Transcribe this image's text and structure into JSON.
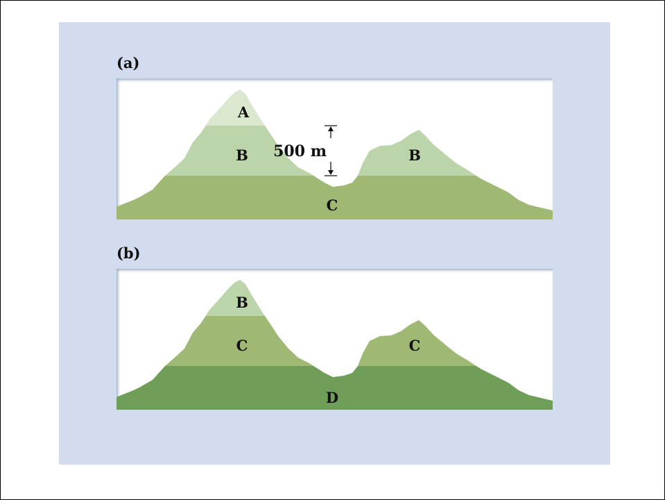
{
  "panel_a": {
    "label": "(a)",
    "zones": {
      "top": "A",
      "middle_left": "B",
      "middle_right": "B",
      "bottom": "C"
    },
    "measure": "500 m",
    "colors": {
      "top": "#dbe7cf",
      "middle": "#bcd4aa",
      "bottom": "#9fb874"
    }
  },
  "panel_b": {
    "label": "(b)",
    "zones": {
      "top": "B",
      "middle_left": "C",
      "middle_right": "C",
      "bottom": "D"
    },
    "colors": {
      "top": "#bcd4aa",
      "middle": "#9fb874",
      "bottom": "#6f9e58"
    }
  }
}
